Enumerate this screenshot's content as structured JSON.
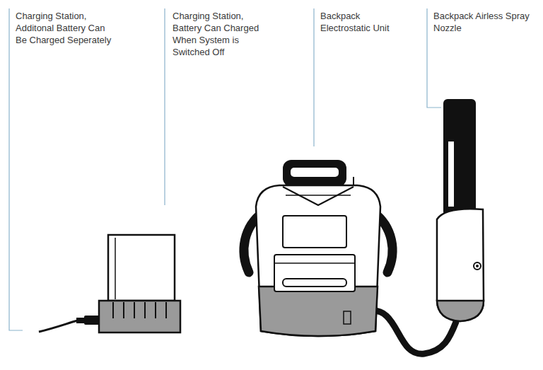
{
  "diagram": {
    "labels": [
      "Charging Station, Additonal Battery Can Be Charged Seperately",
      "Charging Station, Battery Can Charged When System is Switched Off",
      "Backpack Electrostatic Unit",
      "Backpack Airless Spray Nozzle"
    ]
  }
}
